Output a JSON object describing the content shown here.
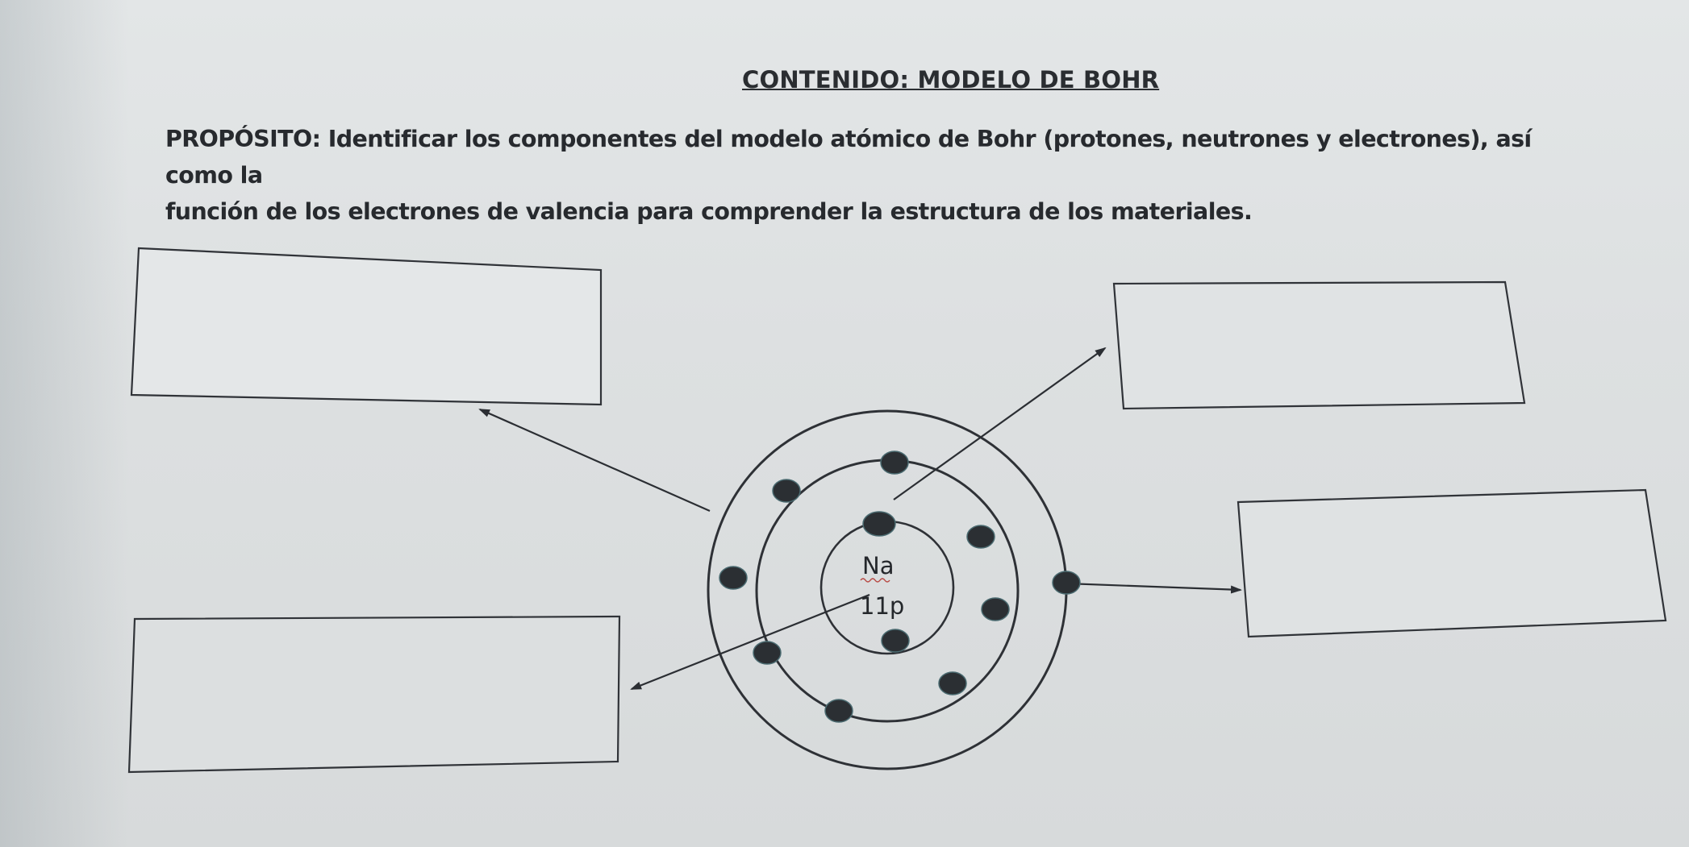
{
  "header": {
    "title": "CONTENIDO: MODELO DE BOHR"
  },
  "purpose": {
    "line1": "PROPÓSITO: Identificar los componentes del modelo atómico de Bohr (protones, neutrones y electrones), así como la",
    "line2": "función de los electrones de valencia para comprender la estructura de los materiales."
  },
  "atom": {
    "symbol": "Na",
    "nucleus_label": "11p",
    "shells": [
      {
        "electrons": 2
      },
      {
        "electrons": 8
      },
      {
        "electrons": 1
      }
    ]
  },
  "answer_boxes": [
    {
      "id": "top-left",
      "value": ""
    },
    {
      "id": "top-right",
      "value": ""
    },
    {
      "id": "mid-right",
      "value": ""
    },
    {
      "id": "bottom-left",
      "value": ""
    }
  ]
}
